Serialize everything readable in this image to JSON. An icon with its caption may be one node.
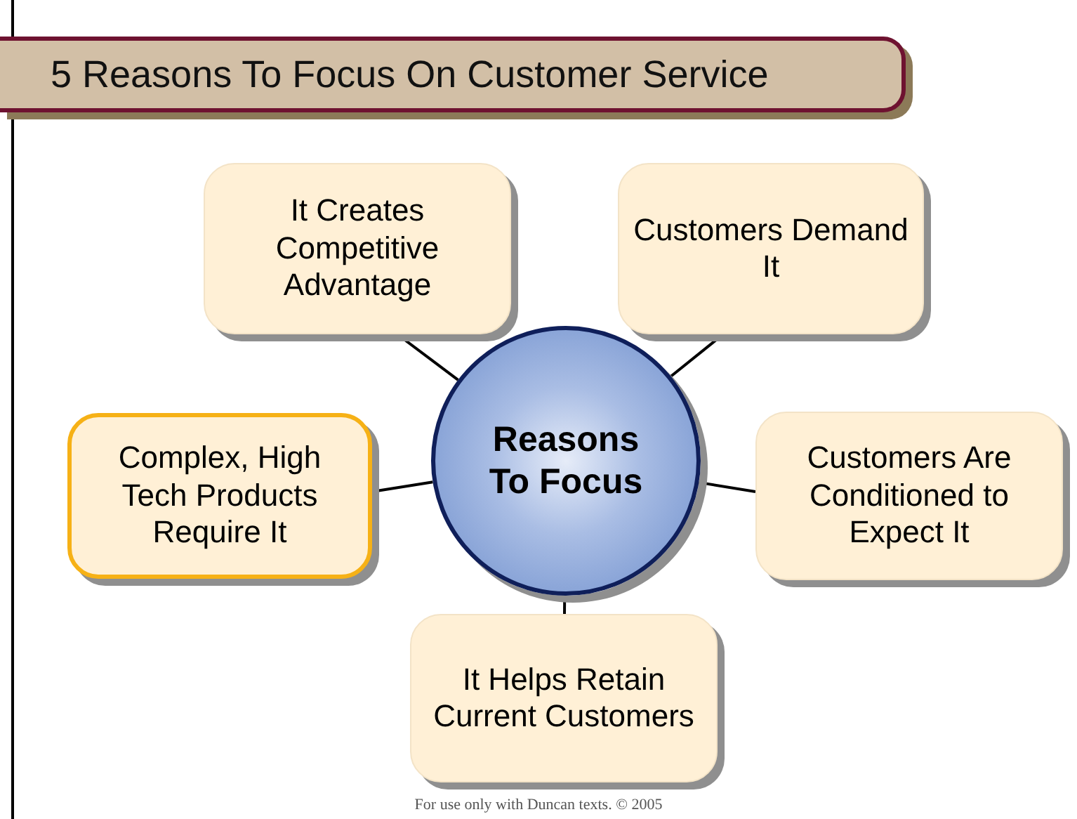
{
  "diagram": {
    "title": "5 Reasons To Focus On Customer Service",
    "nodes": [
      {
        "text": [
          "It Creates Competitive Advantage"
        ]
      },
      {
        "text": [
          "Customers Demand It"
        ]
      },
      {
        "text": [
          "Complex, High Tech Products Require It"
        ]
      },
      {
        "text": [
          "Reasons To Focus"
        ]
      },
      {
        "text": [
          "Customers Are Conditioned to Expect It"
        ]
      },
      {
        "text": [
          "It Helps Retain Current Customers"
        ]
      }
    ],
    "edges": [
      {
        "from": 3,
        "to": 0,
        "arrow": "none"
      },
      {
        "from": 3,
        "to": 1,
        "arrow": "none"
      },
      {
        "from": 3,
        "to": 2,
        "arrow": "none"
      },
      {
        "from": 3,
        "to": 4,
        "arrow": "none"
      },
      {
        "from": 3,
        "to": 5,
        "arrow": "none"
      }
    ],
    "labels": [
      "For use only with Duncan texts. © 2005"
    ]
  }
}
